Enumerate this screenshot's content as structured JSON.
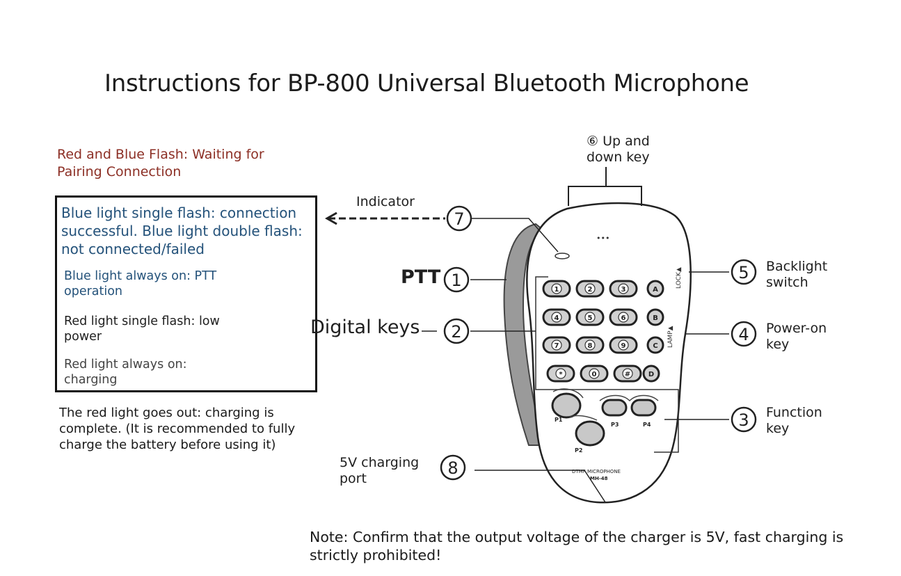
{
  "title": "Instructions for BP-800 Universal Bluetooth Microphone",
  "pairing_note": "Red and Blue Flash: Waiting for Pairing Connection",
  "indicator_states": {
    "blue_flash": "Blue light single flash: connection successful. Blue light double flash: not connected/failed",
    "blue_on": "Blue light always on: PTT operation",
    "red_flash": "Red light single flash: low power",
    "red_on": "Red light always on: charging"
  },
  "red_out_note": "The red light goes out: charging is complete. (It is recommended to fully charge the battery before using it)",
  "labels": {
    "indicator": "Indicator",
    "ptt": "PTT",
    "digital_keys": "Digital keys",
    "charging_port": "5V charging port",
    "up_down_key": "Up and down key",
    "backlight": "Backlight switch",
    "power_on": "Power-on key",
    "function": "Function key"
  },
  "numbers": {
    "n1": "1",
    "n2": "2",
    "n3": "3",
    "n4": "4",
    "n5": "5",
    "n6": "⑥",
    "n7": "7",
    "n8": "8"
  },
  "device": {
    "model_line1": "DTMF MICROPHONE",
    "model_line2": "MH-48",
    "lock_text": "LOCK▲",
    "lamp_text": "LAMP▲",
    "dots": "•••",
    "keys_row1": [
      "1",
      "2",
      "3",
      "A"
    ],
    "keys_row2": [
      "4",
      "5",
      "6",
      "B"
    ],
    "keys_row3": [
      "7",
      "8",
      "9",
      "C"
    ],
    "keys_row4": [
      "*",
      "0",
      "#",
      "D"
    ],
    "fkeys": [
      "P1",
      "P2",
      "P3",
      "P4"
    ]
  },
  "footer_note": "Note: Confirm that the output voltage of the charger is 5V, fast charging is strictly prohibited!",
  "colors": {
    "red_text": "#8c2f25",
    "blue_text": "#24527a"
  }
}
